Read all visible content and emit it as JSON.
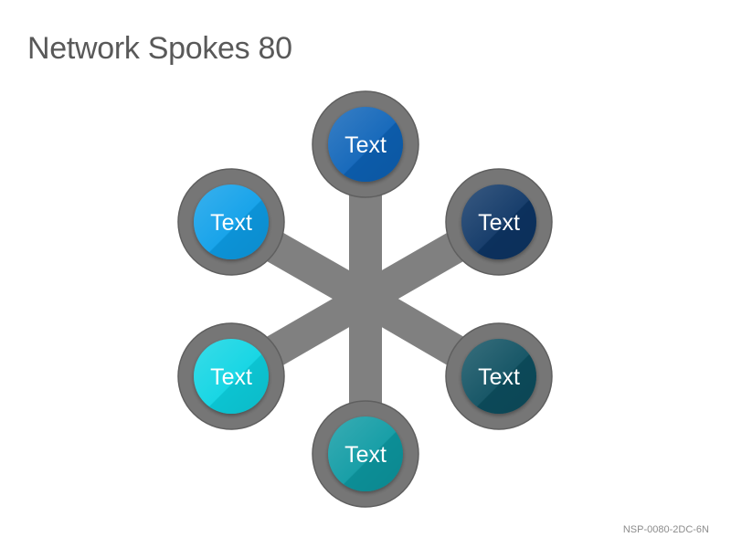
{
  "slide": {
    "title": "Network Spokes 80",
    "code": "NSP-0080-2DC-6N"
  },
  "diagram": {
    "hub_color": "#808080",
    "ring_color": "#767676",
    "nodes": [
      {
        "id": "top",
        "label": "Text",
        "color": "#0a63b8"
      },
      {
        "id": "top-right",
        "label": "Text",
        "color": "#0b3565"
      },
      {
        "id": "bottom-right",
        "label": "Text",
        "color": "#0a4f61"
      },
      {
        "id": "bottom",
        "label": "Text",
        "color": "#0a9aa3"
      },
      {
        "id": "bottom-left",
        "label": "Text",
        "color": "#0cd4e3"
      },
      {
        "id": "top-left",
        "label": "Text",
        "color": "#119fe9"
      }
    ]
  }
}
